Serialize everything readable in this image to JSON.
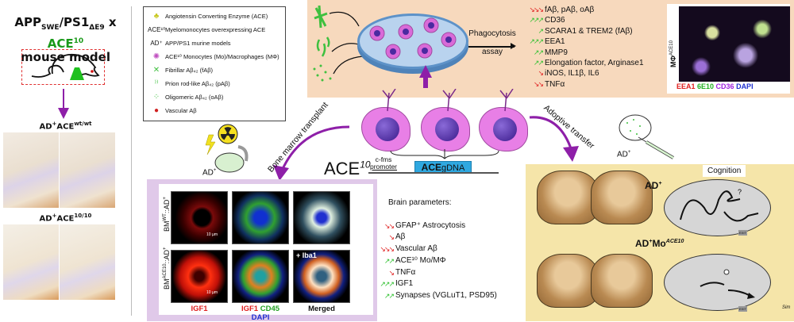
{
  "left_panel": {
    "title_line1_a": "APP",
    "title_sub_swe": "SWE",
    "title_line1_b": "/PS1",
    "title_sub_de9": "ΔE9",
    "title_x": " x ",
    "title_ace": "ACE",
    "title_ace_sup": "10",
    "title_line2": "mouse model",
    "group1_label": "AD",
    "group1_sup1": "+",
    "group1_ace": "ACE",
    "group1_sup2": "wt/wt",
    "group2_label": "AD",
    "group2_sup1": "+",
    "group2_ace": "ACE",
    "group2_sup2": "10/10"
  },
  "legend": {
    "items": [
      {
        "icon": "ace-enzyme-icon",
        "glyph": "♣",
        "text": "Angiotensin Converting Enzyme (ACE)"
      },
      {
        "icon": "ace10-label",
        "glyph": "ACE¹⁰",
        "text": "Myelomonocytes overexpressing ACE"
      },
      {
        "icon": "ad-label",
        "glyph": "AD⁺",
        "text": "APP/PS1 murine models"
      },
      {
        "icon": "macrophage-icon",
        "glyph": "✺",
        "text": "ACE¹⁰ Monocytes (Mo)/Macrophages (MΦ)"
      },
      {
        "icon": "fibrillar-abeta-icon",
        "glyph": "✕",
        "text": "Fibrillar Aβ₄₂ (fAβ)"
      },
      {
        "icon": "prion-abeta-icon",
        "glyph": "⁾⁾",
        "text": "Prion rod-like Aβ₄₂ (pAβ)"
      },
      {
        "icon": "oligomeric-abeta-icon",
        "glyph": "⁘",
        "text": "Oligomeric Aβ₄₂ (oAβ)"
      },
      {
        "icon": "vascular-abeta-icon",
        "glyph": "●",
        "text": "Vascular Aβ"
      }
    ]
  },
  "phagocytosis": {
    "label_line1": "Phagocytosis",
    "label_line2": "assay",
    "results": [
      {
        "trend": "down",
        "arrows": "↘↘↘",
        "text": "fAβ, pAβ, oAβ"
      },
      {
        "trend": "up",
        "arrows": "↗↗↗",
        "text": "CD36"
      },
      {
        "trend": "up",
        "arrows": "↗",
        "text": "SCARA1 & TREM2 (fAβ)"
      },
      {
        "trend": "up",
        "arrows": "↗↗↗",
        "text": "EEA1"
      },
      {
        "trend": "up",
        "arrows": "↗↗",
        "text": "MMP9"
      },
      {
        "trend": "up",
        "arrows": "↗↗",
        "text": "Elongation factor, Arginase1"
      },
      {
        "trend": "down",
        "arrows": "↘",
        "text": "iNOS, IL1β, IL6"
      },
      {
        "trend": "down",
        "arrows": "↘↘",
        "text": "TNFα"
      }
    ],
    "micrograph_ylabel": "MΦ",
    "micrograph_ylabel_sup": "ACE10",
    "micrograph_caption": [
      {
        "text": "EEA1",
        "color": "#e02020"
      },
      {
        "text": "6E10",
        "color": "#22b022"
      },
      {
        "text": "CD36",
        "color": "#a020e0"
      },
      {
        "text": "DAPI",
        "color": "#2030d0"
      }
    ]
  },
  "construct": {
    "ace": "ACE",
    "ace_sup": "10",
    "promoter_line1": "c-fms",
    "promoter_line2": "promoter",
    "gdna_bold": "ACE",
    "gdna_rest": "gDNA"
  },
  "arrows": {
    "bone_marrow_label": "Bone marrow transplant",
    "adoptive_label": "Adoptive transfer"
  },
  "bmt": {
    "recipient_label": "AD",
    "recipient_sup": "+",
    "row1_label": "BM",
    "row1_sup": "WT",
    "row1_suffix": "::AD",
    "row2_label": "BM",
    "row2_sup": "ACE10",
    "row2_suffix": "::AD",
    "scale_bar": "10 µm",
    "iba1_label": "+ Iba1",
    "col_labels": [
      {
        "parts": [
          {
            "text": "IGF1",
            "color": "#e02020"
          }
        ]
      },
      {
        "parts": [
          {
            "text": "IGF1",
            "color": "#e02020"
          },
          {
            "text": "CD45",
            "color": "#22a022"
          },
          {
            "text": "DAPI",
            "color": "#2030d0"
          }
        ]
      },
      {
        "parts": [
          {
            "text": "Merged",
            "color": "#111111"
          }
        ]
      }
    ]
  },
  "brain_parameters": {
    "title": "Brain parameters:",
    "items": [
      {
        "trend": "down",
        "arrows": "↘↘",
        "text": "GFAP⁺ Astrocytosis"
      },
      {
        "trend": "down",
        "arrows": "↘",
        "text": "Aβ"
      },
      {
        "trend": "down",
        "arrows": "↘↘↘",
        "text": "Vascular Aβ"
      },
      {
        "trend": "up",
        "arrows": "↗↗",
        "text": "ACE¹⁰ Mo/MΦ"
      },
      {
        "trend": "down",
        "arrows": "↘",
        "text": "TNFα"
      },
      {
        "trend": "up",
        "arrows": "↗↗↗",
        "text": "IGF1"
      },
      {
        "trend": "up",
        "arrows": "↗↗",
        "text": "Synapses (VGLuT1, PSD95)"
      }
    ]
  },
  "adoptive": {
    "donor_label": "AD",
    "donor_sup": "+",
    "cognition_label": "Cognition",
    "group1": "AD",
    "group1_sup": "+",
    "group2": "AD",
    "group2_sup1": "+",
    "group2_mo": "Mo",
    "group2_sup2": "ACE10",
    "exit_label": "EXIT",
    "question": "?",
    "signature": "Sim"
  },
  "colors": {
    "purple_arrow": "#8e1fa8",
    "phago_bg": "#f7d9bd",
    "bmt_bg": "#e0c9e9",
    "adopt_bg": "#f5e5a9",
    "gdna_blue": "#2fa8e0",
    "down_red": "#e02020",
    "up_green": "#2fc02f"
  }
}
